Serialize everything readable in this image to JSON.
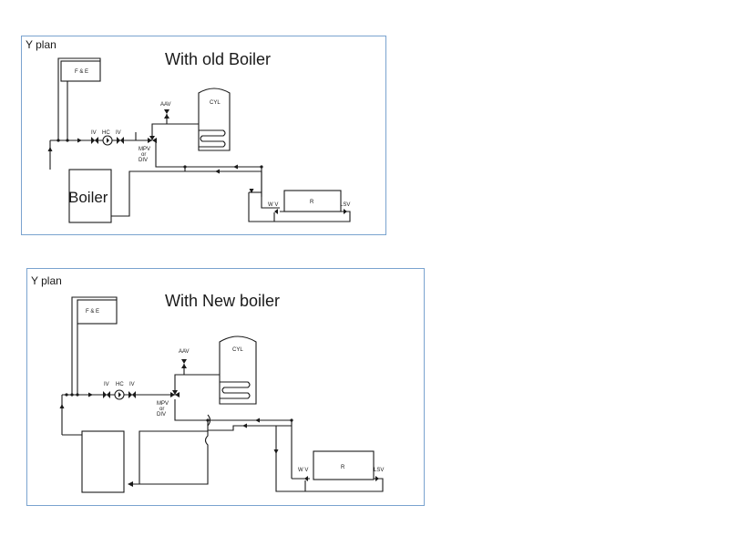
{
  "colors": {
    "panel_border": "#7aa3cf",
    "line": "#1a1a1a",
    "background": "#ffffff"
  },
  "diagrams": [
    {
      "plan": "Y plan",
      "title": "With old Boiler",
      "boiler_label": "Boiler",
      "labels": {
        "fe": "F & E",
        "cyl": "CYL",
        "aav": "AAV",
        "iv1": "IV",
        "hc": "HC",
        "iv2": "IV",
        "mpv1": "MPV",
        "mpv2": "or",
        "mpv3": "DIV",
        "r": "R",
        "wv": "W V",
        "lsv": "LSV"
      }
    },
    {
      "plan": "Y plan",
      "title": "With New boiler",
      "boiler_label": "",
      "labels": {
        "fe": "F & E",
        "cyl": "CYL",
        "aav": "AAV",
        "iv1": "IV",
        "hc": "HC",
        "iv2": "IV",
        "mpv1": "MPV",
        "mpv2": "or",
        "mpv3": "DIV",
        "r": "R",
        "wv": "W V",
        "lsv": "LSV"
      }
    }
  ]
}
